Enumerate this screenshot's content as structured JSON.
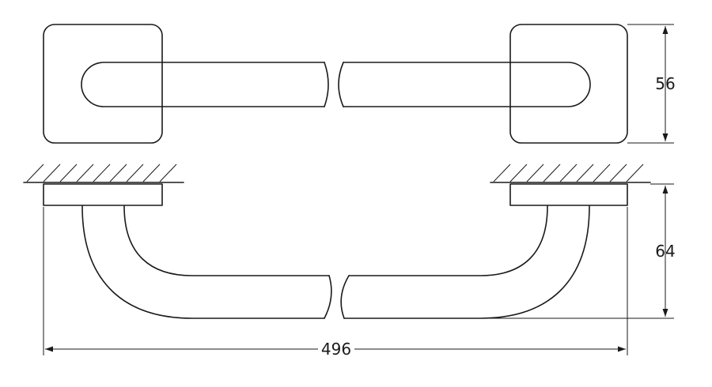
{
  "colors": {
    "line": "#1a1a1a",
    "background": "#ffffff"
  },
  "dimensions": {
    "top_view_height": "56",
    "side_view_depth": "64",
    "overall_length": "496"
  }
}
